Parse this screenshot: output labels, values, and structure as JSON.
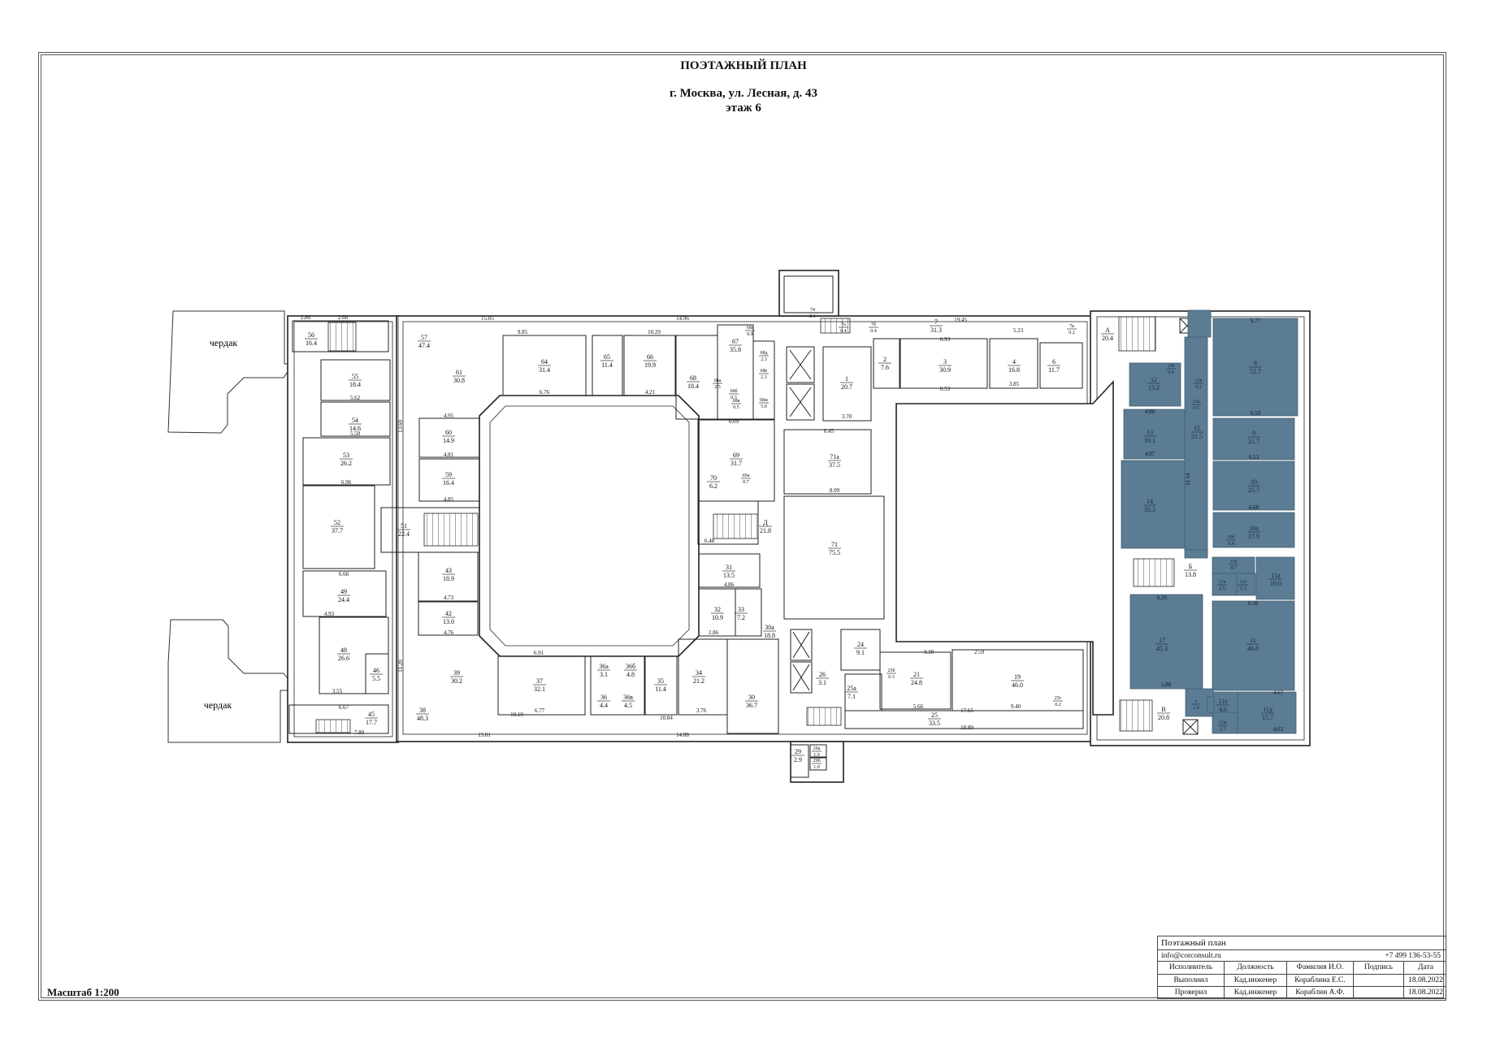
{
  "header": {
    "title": "ПОЭТАЖНЫЙ ПЛАН",
    "address": "г. Москва, ул. Лесная, д. 43",
    "floor": "этаж 6"
  },
  "scale": "Масштаб 1:200",
  "title_block": {
    "name": "Поэтажный план",
    "email": "info@corconsult.ru",
    "phone": "+7 499 136-53-55",
    "columns": [
      "Исполнитель",
      "Должность",
      "Фамилия И.О.",
      "Подпись",
      "Дата"
    ],
    "rows": [
      [
        "Выполнил",
        "Кад.инженер",
        "Кораблина Е.С.",
        "",
        "18.08.2022"
      ],
      [
        "Проверил",
        "Кад.инженер",
        "Кораблин А.Ф.",
        "",
        "18.08.2022"
      ]
    ]
  },
  "colors": {
    "highlight": "#5b7c93",
    "highlight_stroke": "#3f5e73",
    "wall": "#222222"
  },
  "plan": {
    "attic_label": "чердак",
    "rooms": [
      {
        "no": "56",
        "area": "16.4"
      },
      {
        "no": "55",
        "area": "18.4"
      },
      {
        "no": "54",
        "area": "14.6"
      },
      {
        "no": "53",
        "area": "26.2"
      },
      {
        "no": "52",
        "area": "37.7"
      },
      {
        "no": "51",
        "area": "22.4"
      },
      {
        "no": "49",
        "area": "24.4"
      },
      {
        "no": "48",
        "area": "26.6"
      },
      {
        "no": "46",
        "area": "5.5"
      },
      {
        "no": "45",
        "area": "17.7"
      },
      {
        "no": "57",
        "area": "47.4"
      },
      {
        "no": "61",
        "area": "30.8"
      },
      {
        "no": "60",
        "area": "14.9"
      },
      {
        "no": "59",
        "area": "16.4"
      },
      {
        "no": "43",
        "area": "18.9"
      },
      {
        "no": "42",
        "area": "13.0"
      },
      {
        "no": "39",
        "area": "30.2"
      },
      {
        "no": "38",
        "area": "48.3"
      },
      {
        "no": "64",
        "area": "31.4"
      },
      {
        "no": "65",
        "area": "11.4"
      },
      {
        "no": "66",
        "area": "19.9"
      },
      {
        "no": "67",
        "area": "35.8"
      },
      {
        "no": "68",
        "area": "18.4"
      },
      {
        "no": "69",
        "area": "31.7"
      },
      {
        "no": "70",
        "area": "6.2"
      },
      {
        "no": "Д",
        "area": "21.8"
      },
      {
        "no": "31",
        "area": "13.5"
      },
      {
        "no": "32",
        "area": "10.9"
      },
      {
        "no": "33",
        "area": "7.2"
      },
      {
        "no": "30а",
        "area": "18.8"
      },
      {
        "no": "37",
        "area": "32.1"
      },
      {
        "no": "36а",
        "area": "3.1"
      },
      {
        "no": "36б",
        "area": "4.8"
      },
      {
        "no": "36",
        "area": "4.4"
      },
      {
        "no": "36в",
        "area": "4.5"
      },
      {
        "no": "35",
        "area": "11.4"
      },
      {
        "no": "34",
        "area": "21.2"
      },
      {
        "no": "30",
        "area": "36.7"
      },
      {
        "no": "1",
        "area": "20.7"
      },
      {
        "no": "2",
        "area": "7.6"
      },
      {
        "no": "3",
        "area": "30.9"
      },
      {
        "no": "4",
        "area": "16.8"
      },
      {
        "no": "6",
        "area": "11.7"
      },
      {
        "no": "7",
        "area": "31.3"
      },
      {
        "no": "71а",
        "area": "37.5"
      },
      {
        "no": "71",
        "area": "75.5"
      },
      {
        "no": "24",
        "area": "9.1"
      },
      {
        "no": "26",
        "area": "3.1"
      },
      {
        "no": "25а",
        "area": "7.1"
      },
      {
        "no": "21",
        "area": "24.8"
      },
      {
        "no": "19",
        "area": "46.0"
      },
      {
        "no": "25",
        "area": "33.5"
      },
      {
        "no": "29",
        "area": "2.9"
      },
      {
        "no": "29а",
        "area": "1.0"
      },
      {
        "no": "29б",
        "area": "1.0"
      },
      {
        "no": "74",
        "area": "2.1"
      },
      {
        "no": "7а",
        "area": "0.4"
      },
      {
        "no": "7б",
        "area": "0.4"
      },
      {
        "no": "7в",
        "area": "0.2"
      },
      {
        "no": "68г",
        "area": "0.9"
      },
      {
        "no": "68а",
        "area": "2.5"
      },
      {
        "no": "68б",
        "area": "0.3"
      },
      {
        "no": "68в",
        "area": "0.5"
      },
      {
        "no": "68д",
        "area": "2.3"
      },
      {
        "no": "68е",
        "area": "2.3"
      },
      {
        "no": "68ж",
        "area": "5.0"
      },
      {
        "no": "69а",
        "area": "0.7"
      },
      {
        "no": "25б",
        "area": "0.3"
      },
      {
        "no": "25г",
        "area": "0.2"
      },
      {
        "no": "А",
        "area": "20.4"
      },
      {
        "no": "12",
        "area": "13.2"
      },
      {
        "no": "8",
        "area": "52.7"
      },
      {
        "no": "13",
        "area": "19.1"
      },
      {
        "no": "14",
        "area": "35.3"
      },
      {
        "no": "15",
        "area": "21.5"
      },
      {
        "no": "9",
        "area": "21.7"
      },
      {
        "no": "10",
        "area": "25.7"
      },
      {
        "no": "10а",
        "area": "17.9"
      },
      {
        "no": "Б",
        "area": "13.8"
      },
      {
        "no": "11б",
        "area": "4.7"
      },
      {
        "no": "11а",
        "area": "10.0"
      },
      {
        "no": "11",
        "area": "46.8"
      },
      {
        "no": "17",
        "area": "45.3"
      },
      {
        "no": "11д",
        "area": "15.7"
      },
      {
        "no": "В",
        "area": "20.8"
      },
      {
        "no": "11е",
        "area": "4.0"
      },
      {
        "no": "11ж",
        "area": "2.5"
      },
      {
        "no": "11в",
        "area": "2.5"
      },
      {
        "no": "11г",
        "area": "2.3"
      },
      {
        "no": "15а",
        "area": "0.5"
      },
      {
        "no": "15б",
        "area": "0.4"
      },
      {
        "no": "15в",
        "area": "0.2"
      },
      {
        "no": "10б",
        "area": "0.4"
      },
      {
        "no": "е",
        "area": "2.4"
      }
    ],
    "dimensions": [
      "15.05",
      "14.96",
      "19.45",
      "15.01",
      "14.88",
      "18.89",
      "13.60",
      "11.20",
      "6.96",
      "5.62",
      "5.50",
      "6.66",
      "4.93",
      "3.55",
      "6.77",
      "10.19",
      "6.91",
      "10.84",
      "6.09",
      "8.09",
      "6.53",
      "17.65",
      "9.40",
      "5.66",
      "6.77",
      "6.59",
      "6.53",
      "6.60",
      "4.80",
      "4.97",
      "5.80",
      "6.58",
      "4.63",
      "4.67",
      "6.35",
      "11.14",
      "9.85",
      "10.29",
      "6.76",
      "4.21",
      "6.45",
      "3.70",
      "6.93",
      "5.23",
      "3.85",
      "4.95",
      "4.81",
      "4.85",
      "4.73",
      "4.76",
      "7.80",
      "6.67",
      "2.80",
      "2.66",
      "6.48",
      "4.86",
      "2.86",
      "3.76",
      "3.39",
      "2.59"
    ]
  }
}
